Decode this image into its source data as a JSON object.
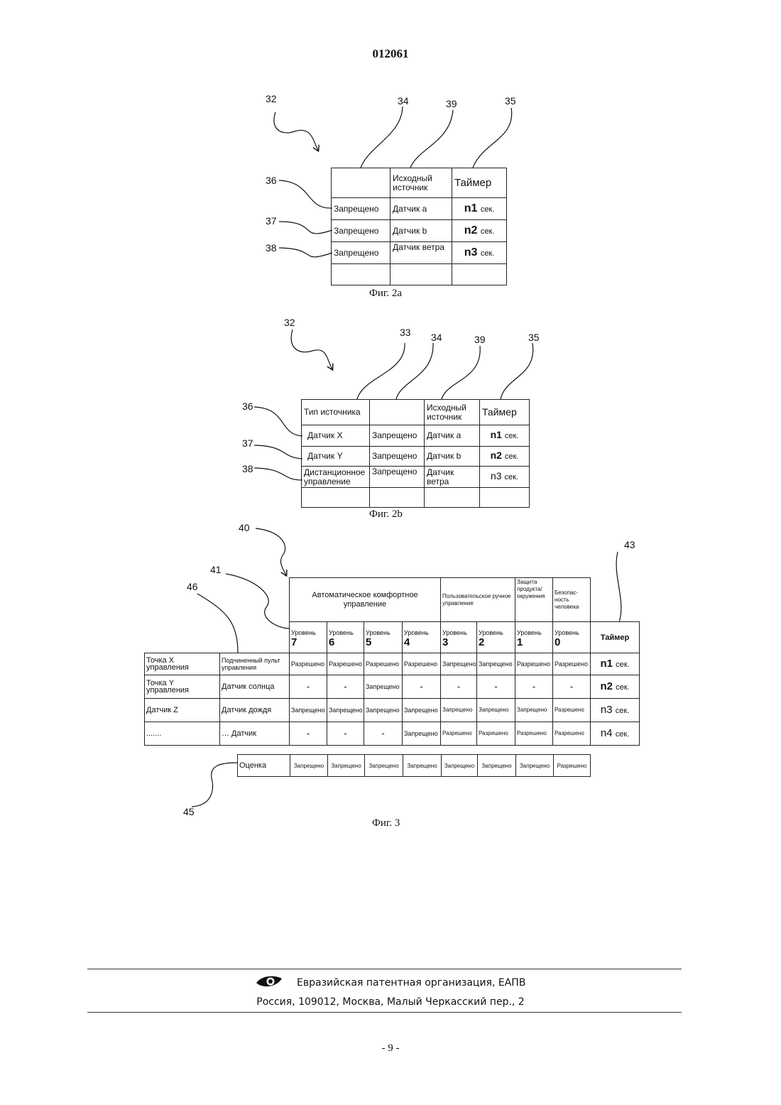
{
  "header": {
    "doc_number": "012061"
  },
  "fig2a": {
    "refs": {
      "r32": "32",
      "r34": "34",
      "r39": "39",
      "r35": "35",
      "r36": "36",
      "r37": "37",
      "r38": "38"
    },
    "header": {
      "c2": "Исходный источник",
      "c3": "Таймер"
    },
    "rows": [
      {
        "state": "Запрещено",
        "source": "Датчик а",
        "timer": "n1",
        "unit": "сек."
      },
      {
        "state": "Запрещено",
        "source": "Датчик b",
        "timer": "n2",
        "unit": "сек."
      },
      {
        "state": "Запрещено",
        "source": "Датчик ветра",
        "timer": "n3",
        "unit": "сек."
      }
    ],
    "caption": "Фиг. 2а"
  },
  "fig2b": {
    "refs": {
      "r32": "32",
      "r33": "33",
      "r34": "34",
      "r39": "39",
      "r35": "35",
      "r36": "36",
      "r37": "37",
      "r38": "38"
    },
    "header": {
      "c1": "Тип источника",
      "c3": "Исходный источник",
      "c4": "Таймер"
    },
    "rows": [
      {
        "type": "Датчик X",
        "state": "Запрещено",
        "source": "Датчик а",
        "timer": "n1",
        "unit": "сек."
      },
      {
        "type": "Датчик Y",
        "state": "Запрещено",
        "source": "Датчик b",
        "timer": "n2",
        "unit": "сек."
      },
      {
        "type": "Дистанционное управление",
        "state": "Запрещено",
        "source": "Датчик ветра",
        "timer": "n3",
        "unit": "сек."
      }
    ],
    "caption": "Фиг. 2b"
  },
  "fig3": {
    "refs": {
      "r40": "40",
      "r41": "41",
      "r46": "46",
      "r43": "43",
      "r45": "45"
    },
    "groups": {
      "auto": "Автоматическое комфортное управление",
      "manual": "Пользовательское ручное управление",
      "protect": "Защита продукта/ окружения",
      "safety": "Безопас-ность человека"
    },
    "level_word": "Уровень",
    "levels": [
      "7",
      "6",
      "5",
      "4",
      "3",
      "2",
      "1",
      "0"
    ],
    "timer_header": "Таймер",
    "rows": [
      {
        "point": "Точка X управления",
        "source": "Подчиненный пульт управления",
        "cells": [
          "Разрешено",
          "Разрешено",
          "Разрешено",
          "Разрешено",
          "Запрещено",
          "Запрещено",
          "Разрешено",
          "Разрешено"
        ],
        "timer": "n1",
        "unit": "сек."
      },
      {
        "point": "Точка Y управления",
        "source": "Датчик солнца",
        "cells": [
          "-",
          "-",
          "Запрещено",
          "-",
          "-",
          "-",
          "-",
          "-"
        ],
        "timer": "n2",
        "unit": "сек."
      },
      {
        "point": "Датчик Z",
        "source": "Датчик дождя",
        "cells": [
          "Запрещено",
          "Запрещено",
          "Запрещено",
          "Запрещено",
          "Запрещено",
          "Запрещено",
          "Запрещено",
          "Разрешено"
        ],
        "timer": "n3",
        "unit": "сек."
      },
      {
        "point": ".......",
        "source": "…  Датчик",
        "cells": [
          "-",
          "-",
          "-",
          "Запрещено",
          "Разрешено",
          "Разрешено",
          "Разрешено",
          "Разрешено"
        ],
        "timer": "n4",
        "unit": "сек."
      }
    ],
    "evaluation": {
      "label": "Оценка",
      "cells": [
        "Запрещено",
        "Запрещено",
        "Запрещено",
        "Запрещено",
        "Запрещено",
        "Запрещено",
        "Запрещено",
        "Разрешено"
      ]
    },
    "caption": "Фиг. 3"
  },
  "footer": {
    "org": "Евразийская патентная организация, ЕАПВ",
    "address": "Россия, 109012, Москва, Малый Черкасский пер., 2",
    "logo_icon": "eye-logo-icon"
  },
  "page_number": "- 9 -"
}
